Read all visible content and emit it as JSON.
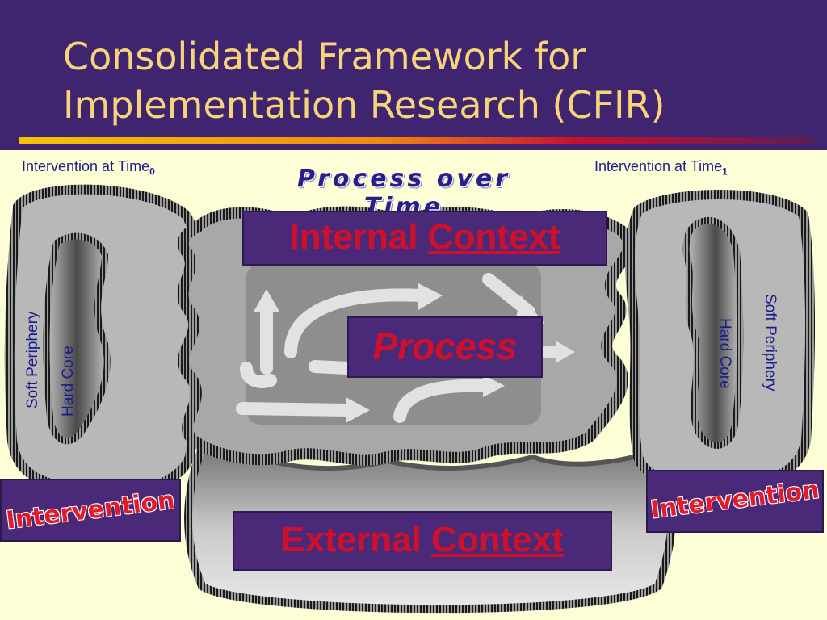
{
  "title": {
    "line1": "Consolidated Framework for",
    "line2": "Implementation Research (CFIR)"
  },
  "diagram": {
    "time0_label": "Intervention at Time",
    "time0_sub": "0",
    "time1_label": "Intervention at Time",
    "time1_sub": "1",
    "process_over_time": "Process over Time",
    "internal_context": {
      "prefix": "Internal ",
      "underlined": "Context"
    },
    "process": "Process",
    "external_context": {
      "prefix": "External ",
      "underlined": "Context"
    },
    "left": {
      "soft_periphery": "Soft Periphery",
      "hard_core": "Hard Core"
    },
    "right": {
      "soft_periphery": "Soft Periphery",
      "hard_core": "Hard Core"
    },
    "intervention_left": "Intervention",
    "intervention_right": "Intervention"
  },
  "colors": {
    "background": "#3f2470",
    "title_text": "#f7d37a",
    "canvas": "#fdfdd6",
    "label_text": "#1c1c8c",
    "box_fill": "#4a2a78",
    "box_text": "#d0102a"
  }
}
